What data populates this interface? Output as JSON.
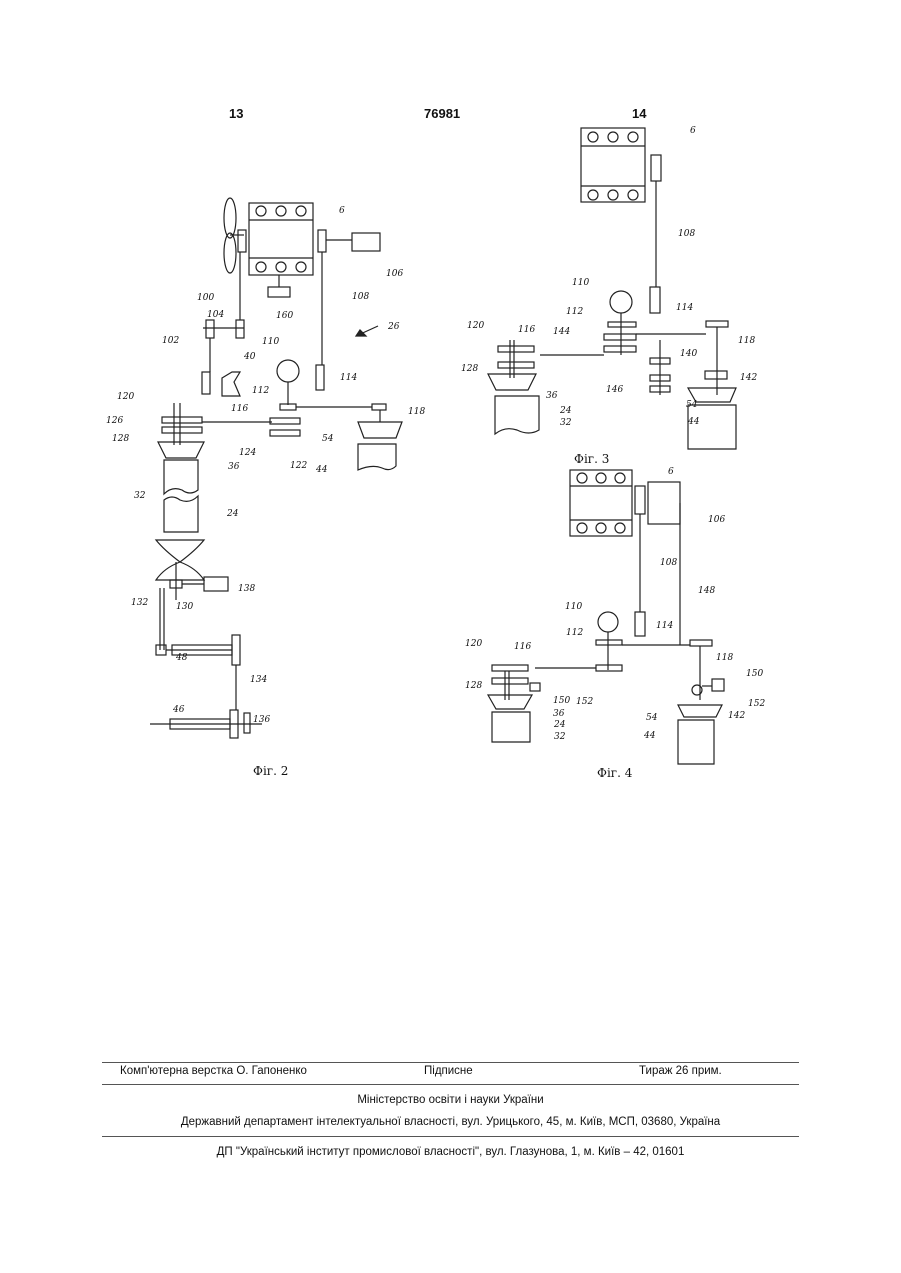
{
  "header": {
    "left_page": "13",
    "patent_number": "76981",
    "right_page": "14"
  },
  "figures": [
    {
      "caption": "Фіг. 2",
      "labels": [
        "6",
        "106",
        "100",
        "104",
        "160",
        "108",
        "26",
        "102",
        "40",
        "110",
        "112",
        "114",
        "120",
        "116",
        "118",
        "126",
        "128",
        "124",
        "122",
        "54",
        "44",
        "36",
        "32",
        "24",
        "130",
        "138",
        "132",
        "48",
        "134",
        "46",
        "136"
      ]
    },
    {
      "caption": "Фіг. 3",
      "labels": [
        "6",
        "108",
        "110",
        "112",
        "114",
        "120",
        "116",
        "144",
        "118",
        "128",
        "140",
        "146",
        "142",
        "36",
        "54",
        "24",
        "32",
        "44"
      ]
    },
    {
      "caption": "Фіг. 4",
      "labels": [
        "6",
        "106",
        "108",
        "148",
        "110",
        "112",
        "114",
        "120",
        "116",
        "118",
        "150",
        "128",
        "150",
        "152",
        "152",
        "36",
        "54",
        "142",
        "24",
        "32",
        "44"
      ]
    }
  ],
  "footer": {
    "layout": "Комп'ютерна верстка О. Гапоненко",
    "signed": "Підписне",
    "circulation": "Тираж 26 прим.",
    "ministry": "Міністерство освіти і науки України",
    "department": "Державний департамент інтелектуальної власності, вул. Урицького, 45, м. Київ, МСП, 03680, Україна",
    "institute": "ДП \"Український інститут промислової власності\", вул. Глазунова, 1, м. Київ – 42, 01601"
  }
}
